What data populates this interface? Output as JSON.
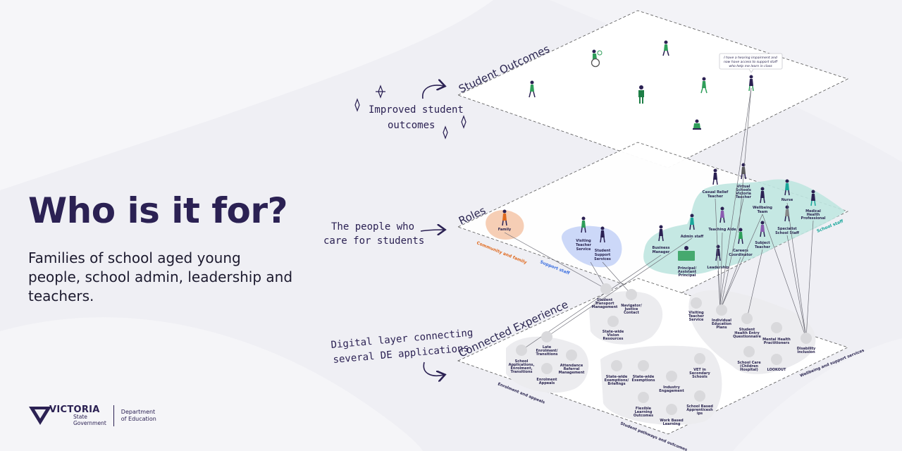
{
  "heading": {
    "title": "Who is it for?",
    "subtitle": "Families of school aged young people, school admin, leadership and teachers."
  },
  "logo": {
    "brand": "VICTORIA",
    "brand_sub_line1": "State",
    "brand_sub_line2": "Government",
    "dept_line1": "Department",
    "dept_line2": "of Education"
  },
  "annotations": {
    "outcomes_line1": "Improved student",
    "outcomes_line2": "outcomes",
    "roles_line1": "The people who",
    "roles_line2": "care for students",
    "digital_line1": "Digital layer connecting",
    "digital_line2": "several DE applications"
  },
  "layers": {
    "outcomes": "Student Outcomes",
    "roles": "Roles",
    "connected": "Connected Experience"
  },
  "speech_bubble": {
    "line1": "I have a hearing impairment and",
    "line2": "now have access to support staff",
    "line3": "who help me learn in class"
  },
  "role_groups": {
    "community": "Community and family",
    "support": "Support staff",
    "school": "School staff"
  },
  "roles": {
    "family": "Family",
    "visiting_teacher_l1": "Visiting",
    "visiting_teacher_l2": "Teacher",
    "visiting_teacher_l3": "Service",
    "student_support_l1": "Student",
    "student_support_l2": "Support",
    "student_support_l3": "Services",
    "casual_l1": "Casual Relief",
    "casual_l2": "Teacher",
    "virtual_l1": "Virtual",
    "virtual_l2": "Schools",
    "virtual_l3": "Victoria",
    "virtual_l4": "Teacher",
    "wellbeing_l1": "Wellbeing",
    "wellbeing_l2": "Team",
    "nurse": "Nurse",
    "medical_l1": "Medical",
    "medical_l2": "Health",
    "medical_l3": "Professional",
    "admin": "Admin staff",
    "teaching_aide": "Teaching Aide",
    "specialist_l1": "Specialist",
    "specialist_l2": "School Staff",
    "subject_l1": "Subject",
    "subject_l2": "Teacher",
    "business_l1": "Business",
    "business_l2": "Manager",
    "careers_l1": "Careers",
    "careers_l2": "Coordinator",
    "principal_l1": "Principal/",
    "principal_l2": "Assistant",
    "principal_l3": "Principal",
    "leadership": "Leadership"
  },
  "app_groups": {
    "enrolment": "Enrolment and appeals",
    "pathways": "Student pathways and outcomes",
    "wellbeing": "Wellbeing and support services"
  },
  "apps": {
    "transport_l1": "Student",
    "transport_l2": "Transport",
    "transport_l3": "Management",
    "navigator_l1": "Navigator/",
    "navigator_l2": "Justice",
    "navigator_l3": "Contact",
    "vision_l1": "State-wide",
    "vision_l2": "Vision",
    "vision_l3": "Resources",
    "late_l1": "Late",
    "late_l2": "Enrolment/",
    "late_l3": "Transitions",
    "sa_l1": "School",
    "sa_l2": "Applications,",
    "sa_l3": "Enrolment,",
    "sa_l4": "Transitions",
    "attendance_l1": "Attendance",
    "attendance_l2": "Referral",
    "attendance_l3": "Management",
    "appeals_l1": "Enrolment",
    "appeals_l2": "Appeals",
    "vts_l1": "Visiting",
    "vts_l2": "Teacher",
    "vts_l3": "Service",
    "iep_l1": "Individual",
    "iep_l2": "Education",
    "iep_l3": "Plans",
    "shq_l1": "Student",
    "shq_l2": "Health Entry",
    "shq_l3": "Questionnaire",
    "mhp_l1": "Mental Health",
    "mhp_l2": "Practitioners",
    "disability_l1": "Disability",
    "disability_l2": "Inclusion",
    "schoolcare_l1": "School Care",
    "schoolcare_l2": "(Children",
    "schoolcare_l3": "Hospital)",
    "lookout": "LOOKOUT",
    "seb_l1": "State-wide",
    "seb_l2": "Exemptions/",
    "seb_l3": "Briefings",
    "se_l1": "State-wide",
    "se_l2": "Exemptions",
    "vet_l1": "VET in",
    "vet_l2": "Secondary",
    "vet_l3": "Schools",
    "industry_l1": "Industry",
    "industry_l2": "Engagement",
    "flexible_l1": "Flexible",
    "flexible_l2": "Learning",
    "flexible_l3": "Outcomes",
    "sba_l1": "School Based",
    "sba_l2": "Apprenticesh",
    "sba_l3": "ips",
    "wbl_l1": "Work Based",
    "wbl_l2": "Learning"
  },
  "colors": {
    "title": "#2b2153",
    "community": "#f4c6a8",
    "community_label": "#e06a1f",
    "support": "#c6d4f7",
    "support_label": "#3b6fe0",
    "school": "#bfe6e0",
    "school_label": "#1aa79b",
    "node": "#d9d9dc",
    "person_green": "#2f9e5a",
    "person_dark": "#2b2153"
  }
}
